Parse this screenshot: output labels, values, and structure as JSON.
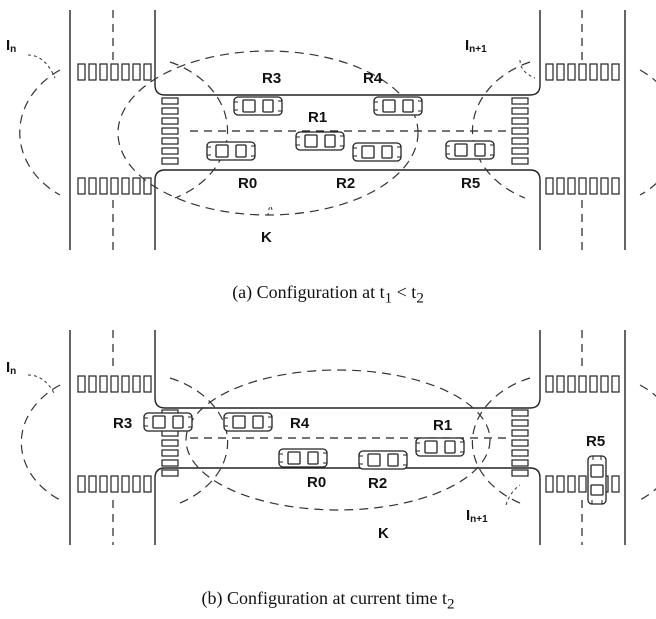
{
  "panel_a": {
    "intersection_left": {
      "main": "I",
      "sub": "n"
    },
    "intersection_right": {
      "main": "I",
      "sub": "n+1"
    },
    "region": "K",
    "vehicles": [
      "R3",
      "R4",
      "R1",
      "R0",
      "R2",
      "R5"
    ],
    "caption": {
      "text": "(a) Configuration at t",
      "s1": "1",
      "mid": " < t",
      "s2": "2"
    }
  },
  "panel_b": {
    "intersection_left": {
      "main": "I",
      "sub": "n"
    },
    "intersection_right": {
      "main": "I",
      "sub": "n+1"
    },
    "region": "K",
    "vehicles": [
      "R3",
      "R4",
      "R1",
      "R0",
      "R2",
      "R5"
    ],
    "caption": {
      "text": "(b) Configuration at current time t",
      "s2": "2"
    }
  }
}
